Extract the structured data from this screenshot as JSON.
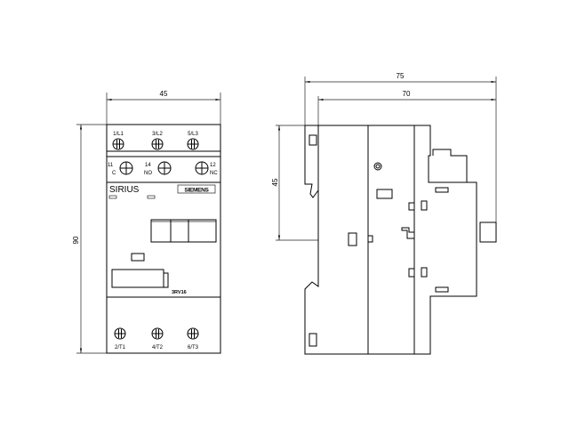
{
  "front_view": {
    "dim_width": "45",
    "dim_height": "90",
    "top_terminals": [
      "1/L1",
      "3/L2",
      "5/L3"
    ],
    "aux_terminals": [
      {
        "num": "11",
        "type": "C"
      },
      {
        "num": "14",
        "type": "NO"
      },
      {
        "num": "12",
        "type": "NC"
      }
    ],
    "brand_series": "SIRIUS",
    "brand_logo": "SIEMENS",
    "model": "3RV16",
    "bottom_terminals": [
      "2/T1",
      "4/T2",
      "6/T3"
    ]
  },
  "side_view": {
    "dim_depth_total": "75",
    "dim_depth": "70",
    "dim_height": "45"
  }
}
